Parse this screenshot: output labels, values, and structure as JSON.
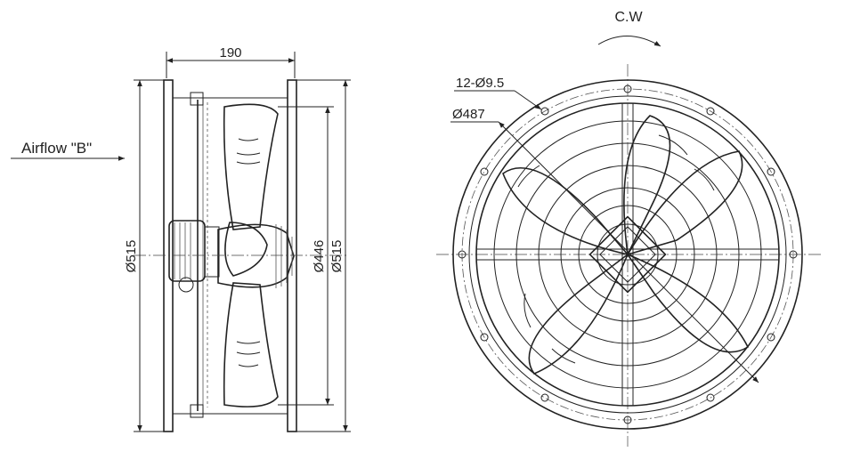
{
  "labels": {
    "airflow": "Airflow \"B\"",
    "rotation": "C.W",
    "width_dim": "190",
    "frame_dia_left": "Ø515",
    "blade_dia": "Ø446",
    "frame_dia_right": "Ø515",
    "holes": "12-Ø9.5",
    "pitch_dia": "Ø487"
  },
  "colors": {
    "line": "#222222",
    "background": "#ffffff"
  }
}
